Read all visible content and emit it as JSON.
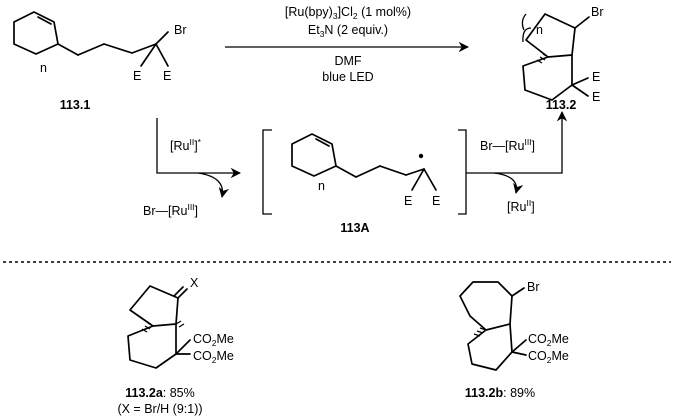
{
  "compound_113_1": {
    "label": "113.1",
    "substituent": "Br",
    "ester_left": "E",
    "ester_right": "E",
    "ring_index": "n"
  },
  "compound_113_2": {
    "label": "113.2",
    "substituent": "Br",
    "ester_top": "E",
    "ester_bottom": "E",
    "ring_index": "n"
  },
  "reagents_top": {
    "catalyst": "[Ru(bpy)3]Cl2 (1 mol%)",
    "base": "Et3N (2 equiv.)",
    "solvent": "DMF",
    "light": "blue LED"
  },
  "mechanism": {
    "ru2_star": "[RuII]*",
    "br_ru3_left": "Br—[RuIII]",
    "br_ru3_right": "Br—[RuIII]",
    "ru2": "[RuII]"
  },
  "intermediate": {
    "label": "113A",
    "ester_left": "E",
    "ester_right": "E",
    "ring_index": "n"
  },
  "product_a": {
    "label": "113.2a",
    "yield": ": 85%",
    "note": "(X = Br/H (9:1))",
    "substituent": "X",
    "ester_1": "CO2Me",
    "ester_2": "CO2Me"
  },
  "product_b": {
    "label": "113.2b",
    "yield": ": 89%",
    "substituent": "Br",
    "ester_1": "CO2Me",
    "ester_2": "CO2Me"
  }
}
